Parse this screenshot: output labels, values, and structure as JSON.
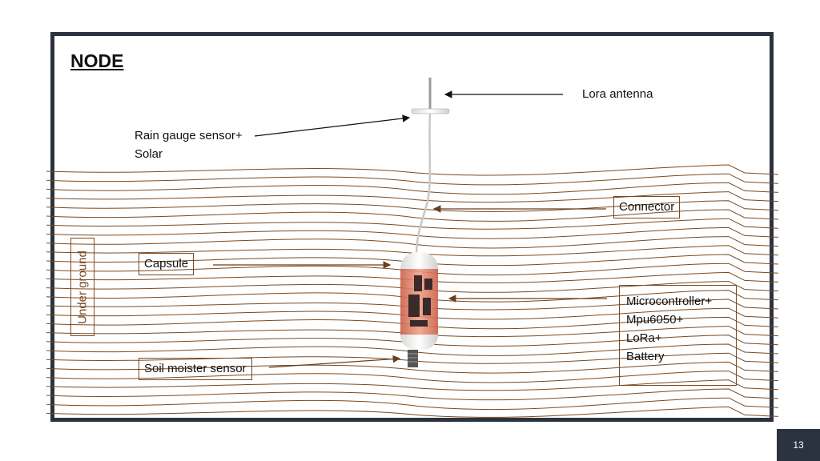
{
  "title": "NODE",
  "labels": {
    "lora_antenna": "Lora antenna",
    "rain_gauge_line1": "Rain gauge sensor+",
    "rain_gauge_line2": "Solar",
    "connector": "Connector",
    "capsule": "Capsule",
    "under_ground": "Under ground",
    "soil_sensor": "Soil moister sensor",
    "micro_lines": [
      "Microcontroller+",
      "Mpu6050+",
      "LoRa+",
      "Battery"
    ]
  },
  "page_number": "13",
  "colors": {
    "frame": "#2b3240",
    "soil_lines": "#7a4a23",
    "capsule_body": "#e58a6d",
    "arrow": "#111111"
  }
}
